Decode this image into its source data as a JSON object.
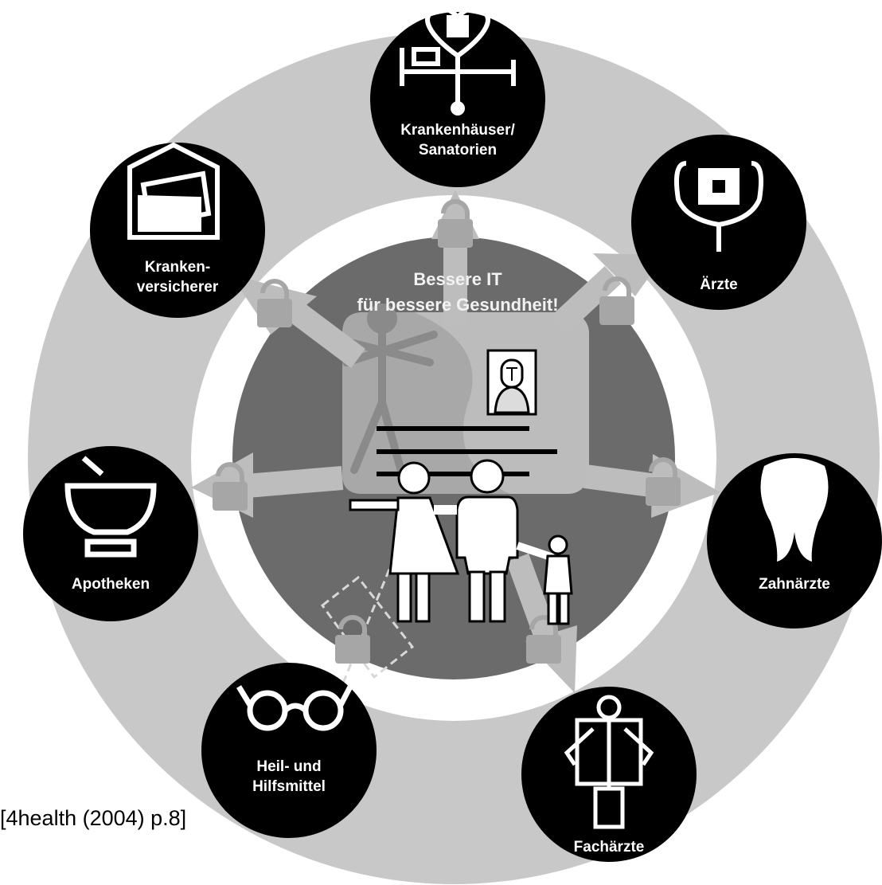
{
  "center": {
    "slogan_line1": "Bessere IT",
    "slogan_line2": "für bessere Gesundheit!"
  },
  "nodes": {
    "krankenhaeuser": {
      "line1": "Krankenhäuser/",
      "line2": "Sanatorien",
      "icon": "hospital-bed-stethoscope-icon"
    },
    "aerzte": {
      "line1": "Ärzte",
      "icon": "doctor-bag-icon"
    },
    "zahnaerzte": {
      "line1": "Zahnärzte",
      "icon": "tooth-icon"
    },
    "fachaerzte": {
      "line1": "Fachärzte",
      "icon": "xray-skeleton-icon"
    },
    "heilmittel": {
      "line1": "Heil- und",
      "line2": "Hilfsmittel",
      "icon": "glasses-icon"
    },
    "apotheken": {
      "line1": "Apotheken",
      "icon": "mortar-pestle-icon"
    },
    "krankenversicherer": {
      "line1": "Kranken-",
      "line2": "versicherer",
      "icon": "insurance-folder-icon"
    }
  },
  "citation": "[4health (2004) p.8]",
  "colors": {
    "outer_ring": "#c8c8c8",
    "inner_disc": "#6b6b6b",
    "node_fill": "#000000",
    "arrow": "#bdbdbd",
    "card": "#bcbcbc"
  }
}
